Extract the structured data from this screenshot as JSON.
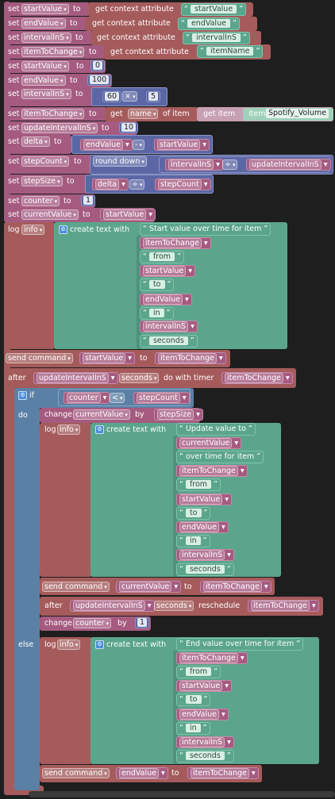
{
  "kw": {
    "set": "set",
    "to": "to",
    "get_context_attribute": "get context attribute",
    "get": "get",
    "of_item": "of item",
    "get_item": "get item",
    "item": "item",
    "round_down": "round down",
    "log": "log",
    "create_text_with": "create text with",
    "send_command": "send command",
    "after": "after",
    "do_with_timer": "do with timer",
    "if": "if",
    "do": "do",
    "else": "else",
    "change": "change",
    "by": "by",
    "reschedule": "reschedule"
  },
  "vars": {
    "startValue": "startValue",
    "endValue": "endValue",
    "intervalInS": "intervalInS",
    "itemToChange": "itemToChange",
    "updateIntervalInS": "updateIntervalInS",
    "delta": "delta",
    "stepCount": "stepCount",
    "stepSize": "stepSize",
    "counter": "counter",
    "currentValue": "currentValue"
  },
  "strings": {
    "startValue": "startValue",
    "endValue": "endValue",
    "intervalInS": "intervalInS",
    "itemName": "itemName",
    "start_msg": "Start value over time for item",
    "from": "from",
    "to": "to",
    "in": "in",
    "seconds": "seconds",
    "update_msg": "Update value to",
    "over_msg": "over time for item",
    "end_msg": "End value over time for item"
  },
  "dropdowns": {
    "name": "name",
    "info": "info",
    "seconds": "seconds",
    "multiply": "×",
    "minus": "-",
    "divide": "÷",
    "less_than": "<"
  },
  "numbers": {
    "zero": "0",
    "hundred": "100",
    "sixty": "60",
    "five": "5",
    "ten": "10",
    "one": "1"
  },
  "item_value": "Spotify_Volume",
  "colors": {
    "variables": "#a55b80",
    "text": "#5ba58c",
    "math": "#5b67a5",
    "commands": "#a55b5b",
    "logic": "#5b80a5",
    "lists": "#745ba5"
  }
}
